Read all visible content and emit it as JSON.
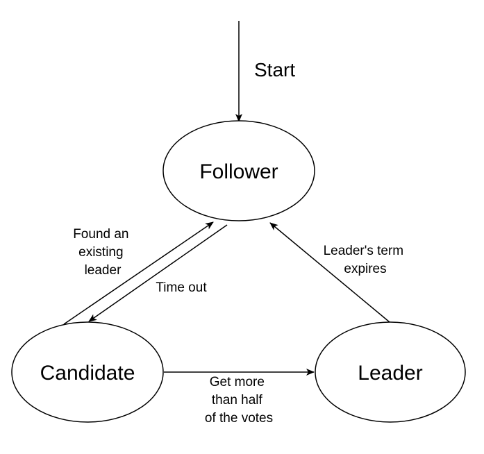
{
  "start": {
    "label": "Start"
  },
  "nodes": {
    "follower": "Follower",
    "candidate": "Candidate",
    "leader": "Leader"
  },
  "edges": {
    "found_leader": [
      "Found an",
      "existing",
      "leader"
    ],
    "time_out": [
      "Time out"
    ],
    "term_expires": [
      "Leader's term",
      "expires"
    ],
    "majority_votes": [
      "Get more",
      "than half",
      "of the votes"
    ]
  },
  "colors": {
    "stroke": "#000000",
    "fill": "#ffffff",
    "text": "#000000"
  }
}
